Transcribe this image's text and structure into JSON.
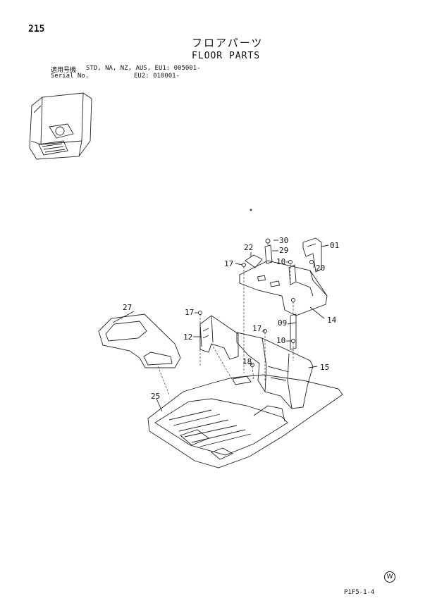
{
  "header": {
    "page_number": "215",
    "title_jp": "フロアパーツ",
    "title_en": "FLOOR PARTS",
    "applicable_label": "適用号機",
    "applicable_models": "STD, NA, NZ, AUS, EU1: 005001-",
    "serial_label": "Serial No.",
    "serial_eu2": "EU2: 010001-"
  },
  "callouts": {
    "c01": "01",
    "c09": "09",
    "c10a": "10",
    "c10b": "10",
    "c12": "12",
    "c14": "14",
    "c15": "15",
    "c17a": "17",
    "c17b": "17",
    "c17c": "17",
    "c18": "18",
    "c20": "20",
    "c22": "22",
    "c25": "25",
    "c27": "27",
    "c29": "29",
    "c30": "30"
  },
  "footer": {
    "page_code": "P1F5-1-4",
    "symbol": "W"
  }
}
